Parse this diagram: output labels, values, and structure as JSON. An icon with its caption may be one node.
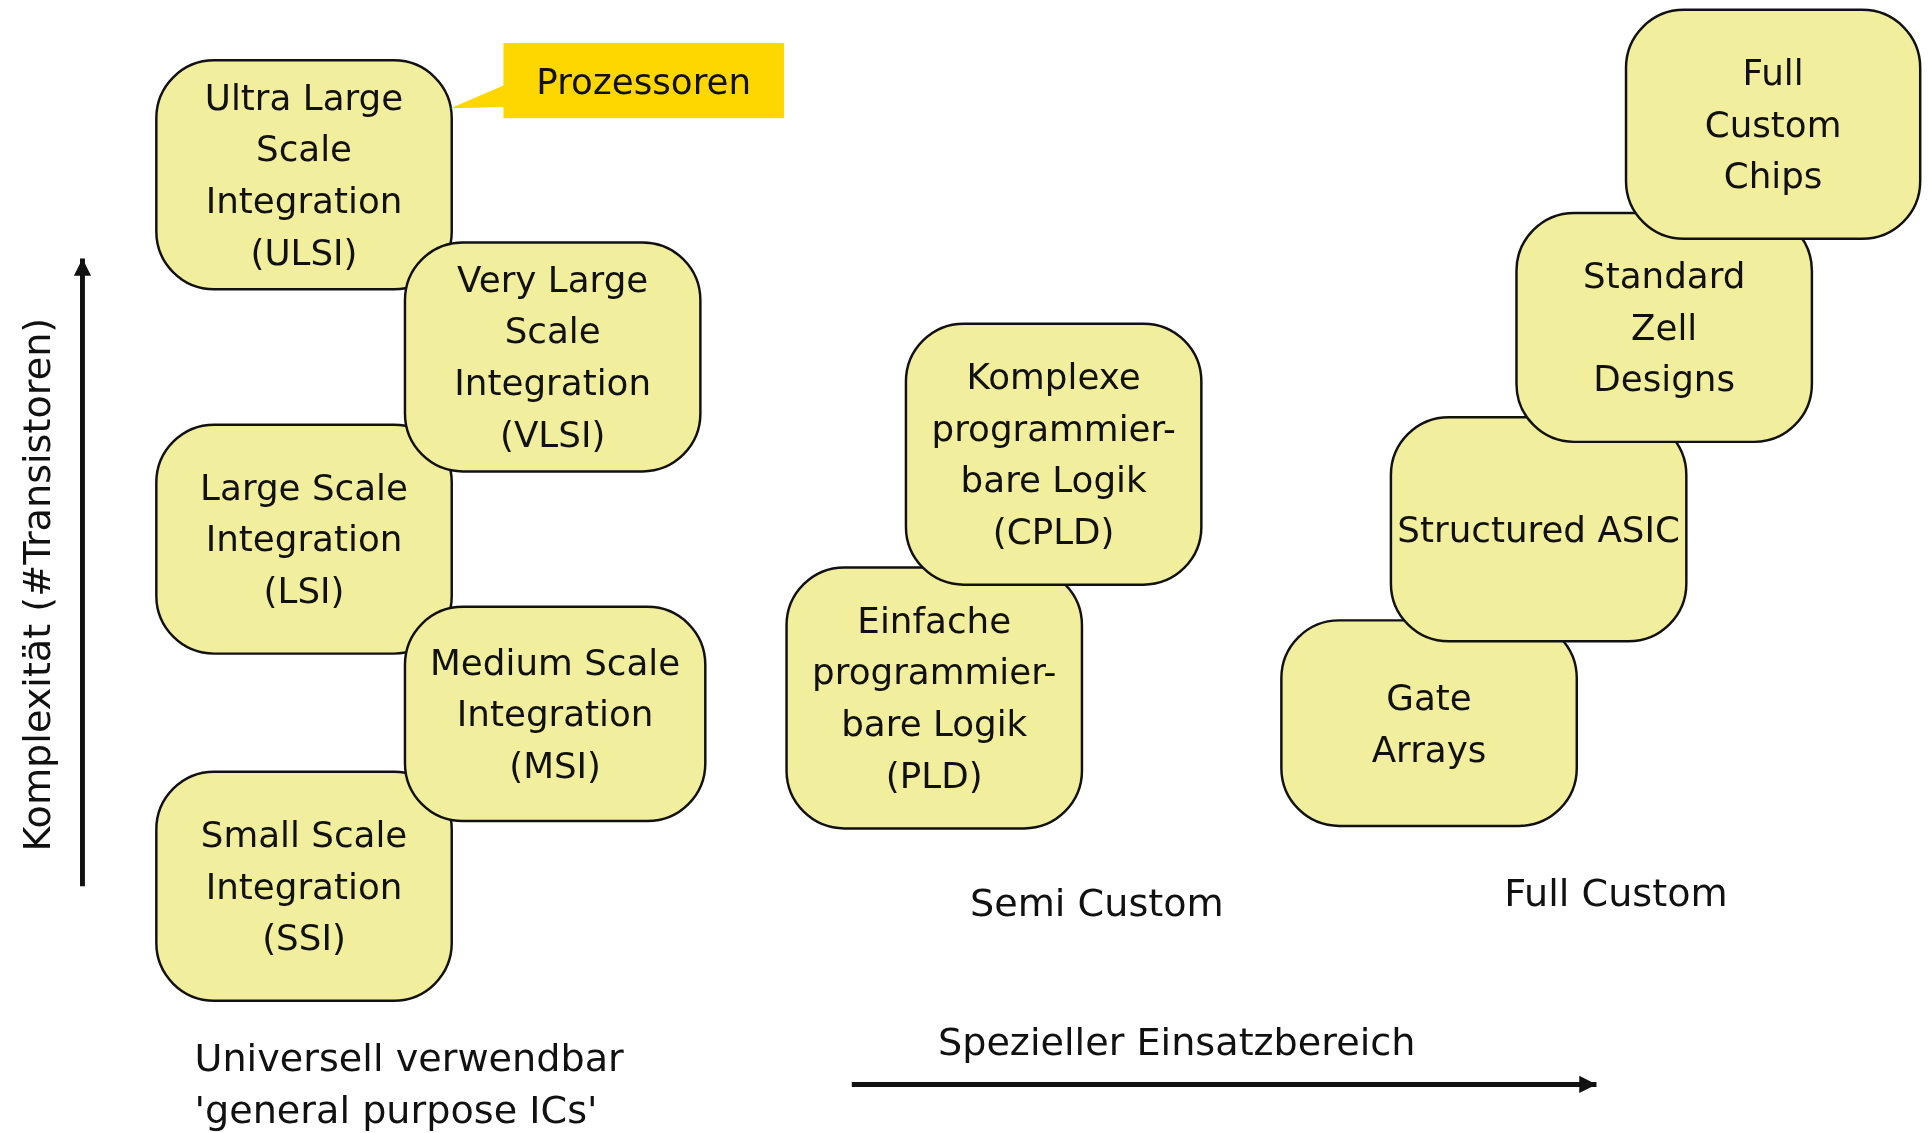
{
  "diagram": {
    "nodes": [
      {
        "text": [
          "Ultra Large Scale Integration (ULSI)"
        ]
      },
      {
        "text": [
          "Prozessoren"
        ]
      },
      {
        "text": [
          "Full Custom Chips"
        ]
      },
      {
        "text": [
          "Very Large Scale Integration (VLSI)"
        ]
      },
      {
        "text": [
          "Standard Zell Designs"
        ]
      },
      {
        "text": [
          "Komplexe programmier- bare Logik (CPLD)"
        ]
      },
      {
        "text": [
          "Large Scale Integration (LSI)"
        ]
      },
      {
        "text": [
          "Structured ASIC"
        ]
      },
      {
        "text": [
          "Einfache programmier- bare Logik (PLD)"
        ]
      },
      {
        "text": [
          "Medium Scale Integration (MSI)"
        ]
      },
      {
        "text": [
          "Gate Arrays"
        ]
      },
      {
        "text": [
          "Small Scale Integration (SSI)"
        ]
      }
    ],
    "edges": [
      {
        "from": 1,
        "to": 0,
        "arrow": "none"
      }
    ],
    "labels": [
      "Komplexität (#Transistoren)",
      "Semi Custom",
      "Full Custom",
      "Universell verwendbar 'general purpose ICs'",
      "Spezieller Einsatzbereich"
    ]
  }
}
